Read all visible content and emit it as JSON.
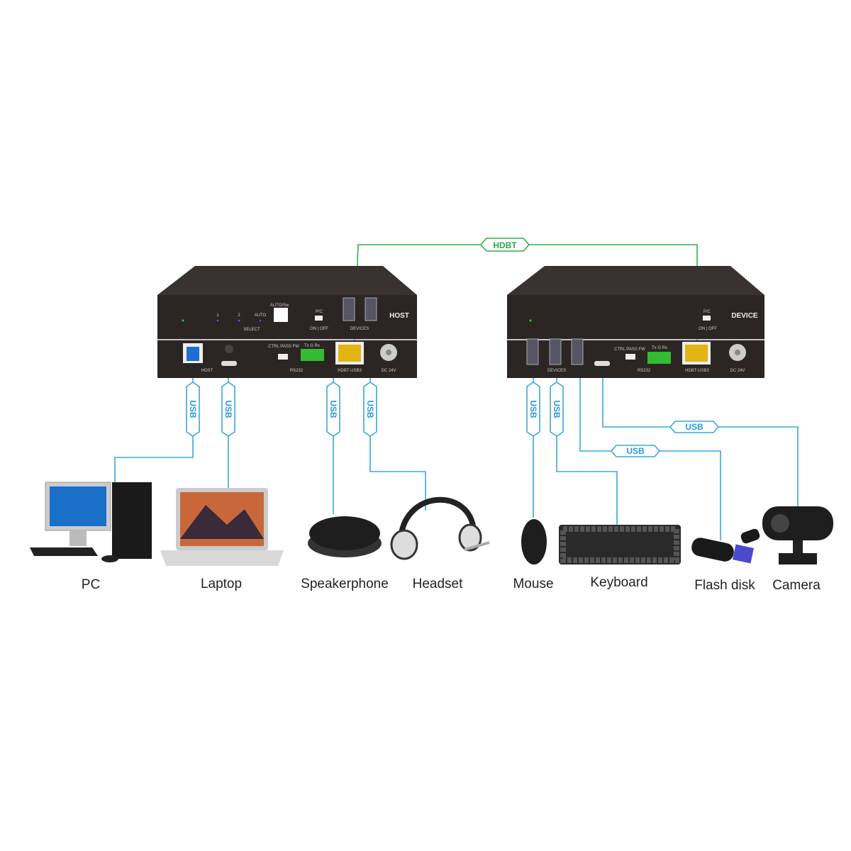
{
  "colors": {
    "usb_line": "#3ba7d8",
    "hdbt_line": "#2fb24a",
    "chassis": "#2b2523"
  },
  "link": {
    "hdbt": "HDBT",
    "usb": [
      "USB",
      "USB",
      "USB",
      "USB",
      "USB",
      "USB",
      "USB",
      "USB"
    ]
  },
  "host": {
    "title": "HOST",
    "select": "SELECT",
    "autosw": "AUTO/Sw",
    "sel": [
      "1",
      "2",
      "AUTO"
    ],
    "pc": "P/C",
    "onoff": "ON | OFF",
    "devices": "DEVICES",
    "host_port": "HOST",
    "ctrl": "CTRL PASS FW",
    "tgr": "Tx G Rx",
    "rs232": "RS232",
    "hdbt_port": "HDBT-USB3",
    "dc": "DC 24V"
  },
  "device": {
    "title": "DEVICE",
    "pc": "P/C",
    "onoff": "ON | OFF",
    "devices": "DEVICES",
    "ctrl": "CTRL PASS FW",
    "tgr": "Tx G Rx",
    "rs232": "RS232",
    "hdbt_port": "HDBT-USB3",
    "dc": "DC 24V"
  },
  "endpoints": [
    "PC",
    "Laptop",
    "Speakerphone",
    "Headset",
    "Mouse",
    "Keyboard",
    "Flash disk",
    "Camera"
  ]
}
